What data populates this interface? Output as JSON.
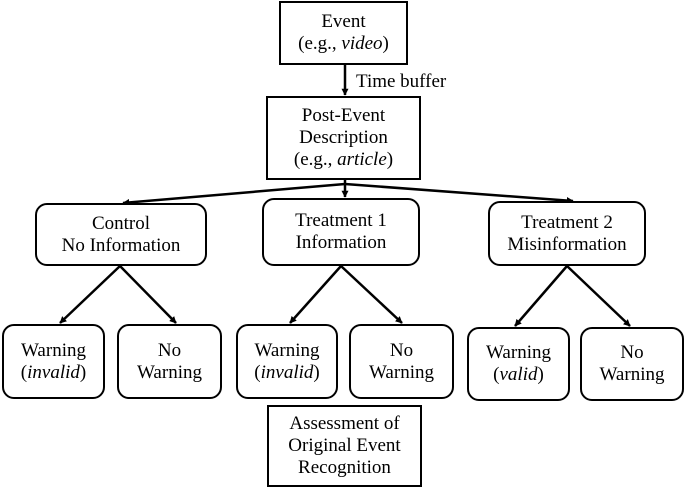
{
  "event": {
    "line1": "Event",
    "line2_pre": "(e.g., ",
    "line2_em": "video",
    "line2_post": ")"
  },
  "time_buffer_label": "Time buffer",
  "post_event": {
    "line1": "Post-Event",
    "line2": "Description",
    "line3_pre": "(e.g., ",
    "line3_em": "article",
    "line3_post": ")"
  },
  "groups": [
    {
      "line1": "Control",
      "line2": "No Information"
    },
    {
      "line1": "Treatment 1",
      "line2": "Information"
    },
    {
      "line1": "Treatment 2",
      "line2": "Misinformation"
    }
  ],
  "warnings": [
    {
      "line1": "Warning",
      "line2_pre": "(",
      "line2_em": "invalid",
      "line2_post": ")"
    },
    {
      "line1": "No",
      "line2": "Warning"
    },
    {
      "line1": "Warning",
      "line2_pre": "(",
      "line2_em": "invalid",
      "line2_post": ")"
    },
    {
      "line1": "No",
      "line2": "Warning"
    },
    {
      "line1": "Warning",
      "line2_pre": "(",
      "line2_em": "valid",
      "line2_post": ")"
    },
    {
      "line1": "No",
      "line2": "Warning"
    }
  ],
  "assessment": {
    "line1": "Assessment of",
    "line2": "Original Event",
    "line3": "Recognition"
  }
}
